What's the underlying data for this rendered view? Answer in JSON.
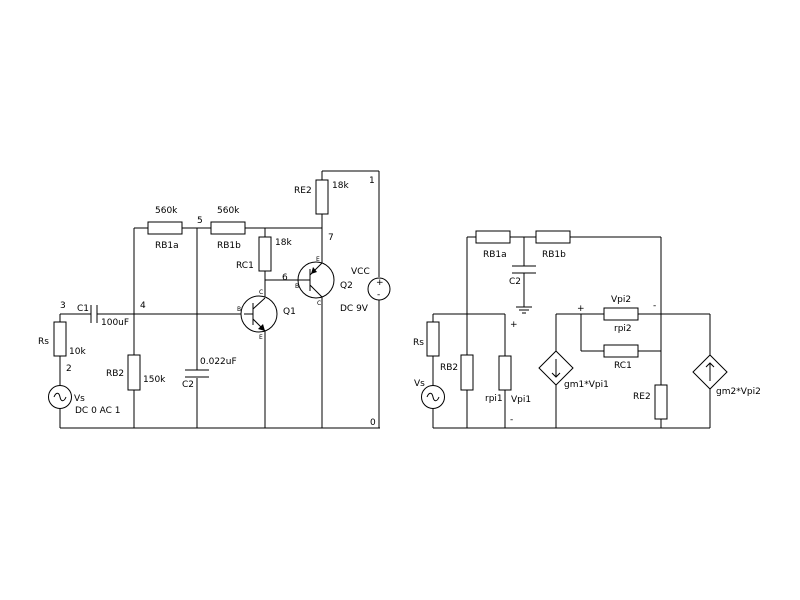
{
  "left_circuit": {
    "nodes": {
      "n0": "0",
      "n1": "1",
      "n2": "2",
      "n3": "3",
      "n4": "4",
      "n5": "5",
      "n6": "6",
      "n7": "7"
    },
    "Rs": {
      "name": "Rs",
      "value": "10k"
    },
    "Vs": {
      "name": "Vs",
      "value": "DC 0 AC 1"
    },
    "C1": {
      "name": "C1",
      "value": "100uF"
    },
    "RB1a": {
      "name": "RB1a",
      "value": "560k"
    },
    "RB1b": {
      "name": "RB1b",
      "value": "560k"
    },
    "RB2": {
      "name": "RB2",
      "value": "150k"
    },
    "C2": {
      "name": "C2",
      "value": "0.022uF"
    },
    "RC1": {
      "name": "RC1",
      "value": "18k"
    },
    "RE2": {
      "name": "RE2",
      "value": "18k"
    },
    "Q1": {
      "name": "Q1",
      "b": "B",
      "c": "C",
      "e": "E"
    },
    "Q2": {
      "name": "Q2",
      "b": "B",
      "c": "C",
      "e": "E"
    },
    "VCC": {
      "name": "VCC",
      "value": "DC 9V",
      "plus": "+",
      "minus": "-"
    }
  },
  "right_circuit": {
    "Rs": "Rs",
    "Vs": "Vs",
    "RB1a": "RB1a",
    "RB1b": "RB1b",
    "C2": "C2",
    "RB2": "RB2",
    "rpi1": "rpi1",
    "Vpi1": {
      "name": "Vpi1",
      "plus": "+",
      "minus": "-"
    },
    "gm1": "gm1*Vpi1",
    "Vpi2": {
      "name": "Vpi2",
      "plus": "+",
      "minus": "-"
    },
    "rpi2": "rpi2",
    "RC1": "RC1",
    "RE2": "RE2",
    "gm2": "gm2*Vpi2"
  }
}
